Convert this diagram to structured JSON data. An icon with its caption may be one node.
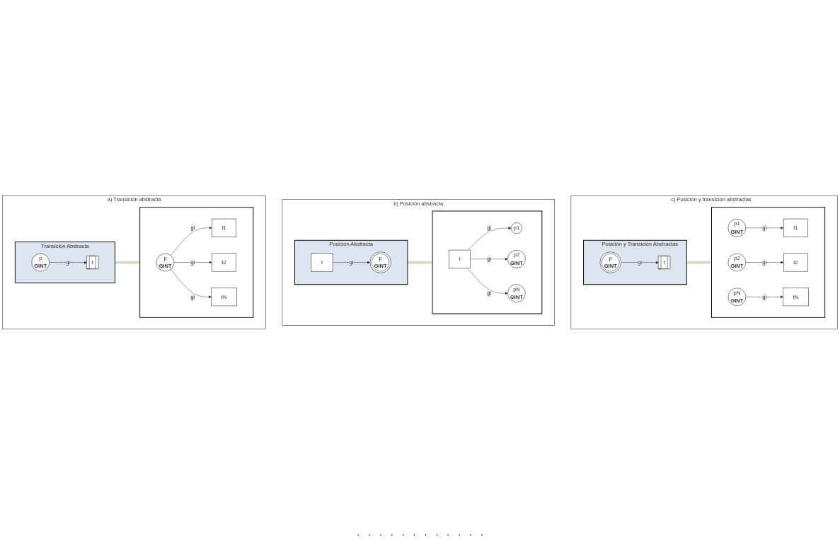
{
  "diagram": {
    "nodes": [
      {
        "text": [
          "a) Transición abstracta"
        ]
      },
      {
        "text": [
          "Transición Abstracta"
        ],
        "in": 0
      },
      {
        "text": [
          "p",
          "GINT"
        ],
        "in": 1
      },
      {
        "text": [
          "t"
        ],
        "in": 1
      },
      {
        "text": [],
        "shape": "box",
        "in": 0
      },
      {
        "text": [
          "p",
          "GINT"
        ],
        "in": 4
      },
      {
        "text": [
          "t1"
        ],
        "in": 4
      },
      {
        "text": [
          "t2"
        ],
        "in": 4
      },
      {
        "text": [
          "tN"
        ],
        "in": 4
      },
      {
        "text": [
          "b) Posición abstracta"
        ]
      },
      {
        "text": [
          "Posición Abstracta"
        ],
        "in": 9
      },
      {
        "text": [
          "t"
        ],
        "in": 10
      },
      {
        "text": [
          "p",
          "GINT"
        ],
        "in": 10
      },
      {
        "text": [],
        "shape": "box",
        "in": 9
      },
      {
        "text": [
          "t"
        ],
        "in": 13
      },
      {
        "text": [
          "p1"
        ],
        "in": 13
      },
      {
        "text": [
          "p2",
          "GINT"
        ],
        "in": 13
      },
      {
        "text": [
          "pN",
          "GINT"
        ],
        "in": 13
      },
      {
        "text": [
          "c) Posición y transición abstractas"
        ]
      },
      {
        "text": [
          "Posición y Transición Abstractas"
        ],
        "in": 18
      },
      {
        "text": [
          "p",
          "GINT"
        ],
        "in": 19
      },
      {
        "text": [
          "t"
        ],
        "in": 19
      },
      {
        "text": [],
        "shape": "box",
        "in": 18
      },
      {
        "text": [
          "p1",
          "GINT"
        ],
        "in": 22
      },
      {
        "text": [
          "t1"
        ],
        "in": 22
      },
      {
        "text": [
          "p2",
          "GINT"
        ],
        "in": 22
      },
      {
        "text": [
          "t2"
        ],
        "in": 22
      },
      {
        "text": [
          "pN",
          "GINT"
        ],
        "in": 22
      },
      {
        "text": [
          "tN"
        ],
        "in": 22
      }
    ],
    "edges": [
      {
        "from": 2,
        "to": 3,
        "arrow": "to",
        "label": "gi"
      },
      {
        "from": 1,
        "to": 4,
        "arrow": "to",
        "style": "thick",
        "color": "#d6dcc4"
      },
      {
        "from": 5,
        "to": 6,
        "arrow": "to",
        "label": "gi"
      },
      {
        "from": 5,
        "to": 7,
        "arrow": "to",
        "label": "gi"
      },
      {
        "from": 5,
        "to": 8,
        "arrow": "to",
        "label": "gi"
      },
      {
        "from": 11,
        "to": 12,
        "arrow": "to",
        "label": "gi"
      },
      {
        "from": 10,
        "to": 13,
        "arrow": "to",
        "style": "thick",
        "color": "#d6dcc4"
      },
      {
        "from": 14,
        "to": 15,
        "arrow": "to",
        "label": "gi"
      },
      {
        "from": 14,
        "to": 16,
        "arrow": "to",
        "label": "gi"
      },
      {
        "from": 14,
        "to": 17,
        "arrow": "to",
        "label": "gi"
      },
      {
        "from": 20,
        "to": 21,
        "arrow": "to",
        "label": "gi"
      },
      {
        "from": 19,
        "to": 22,
        "arrow": "to",
        "style": "thick",
        "color": "#d6dcc4"
      },
      {
        "from": 23,
        "to": 24,
        "arrow": "to",
        "label": "gi"
      },
      {
        "from": 25,
        "to": 26,
        "arrow": "to",
        "label": "gi"
      },
      {
        "from": 27,
        "to": 28,
        "arrow": "to",
        "label": "gi"
      }
    ],
    "labels": [
      ".",
      ".",
      ".",
      ".",
      ".",
      ".",
      ".",
      ".",
      ".",
      ".",
      ".",
      "."
    ]
  }
}
